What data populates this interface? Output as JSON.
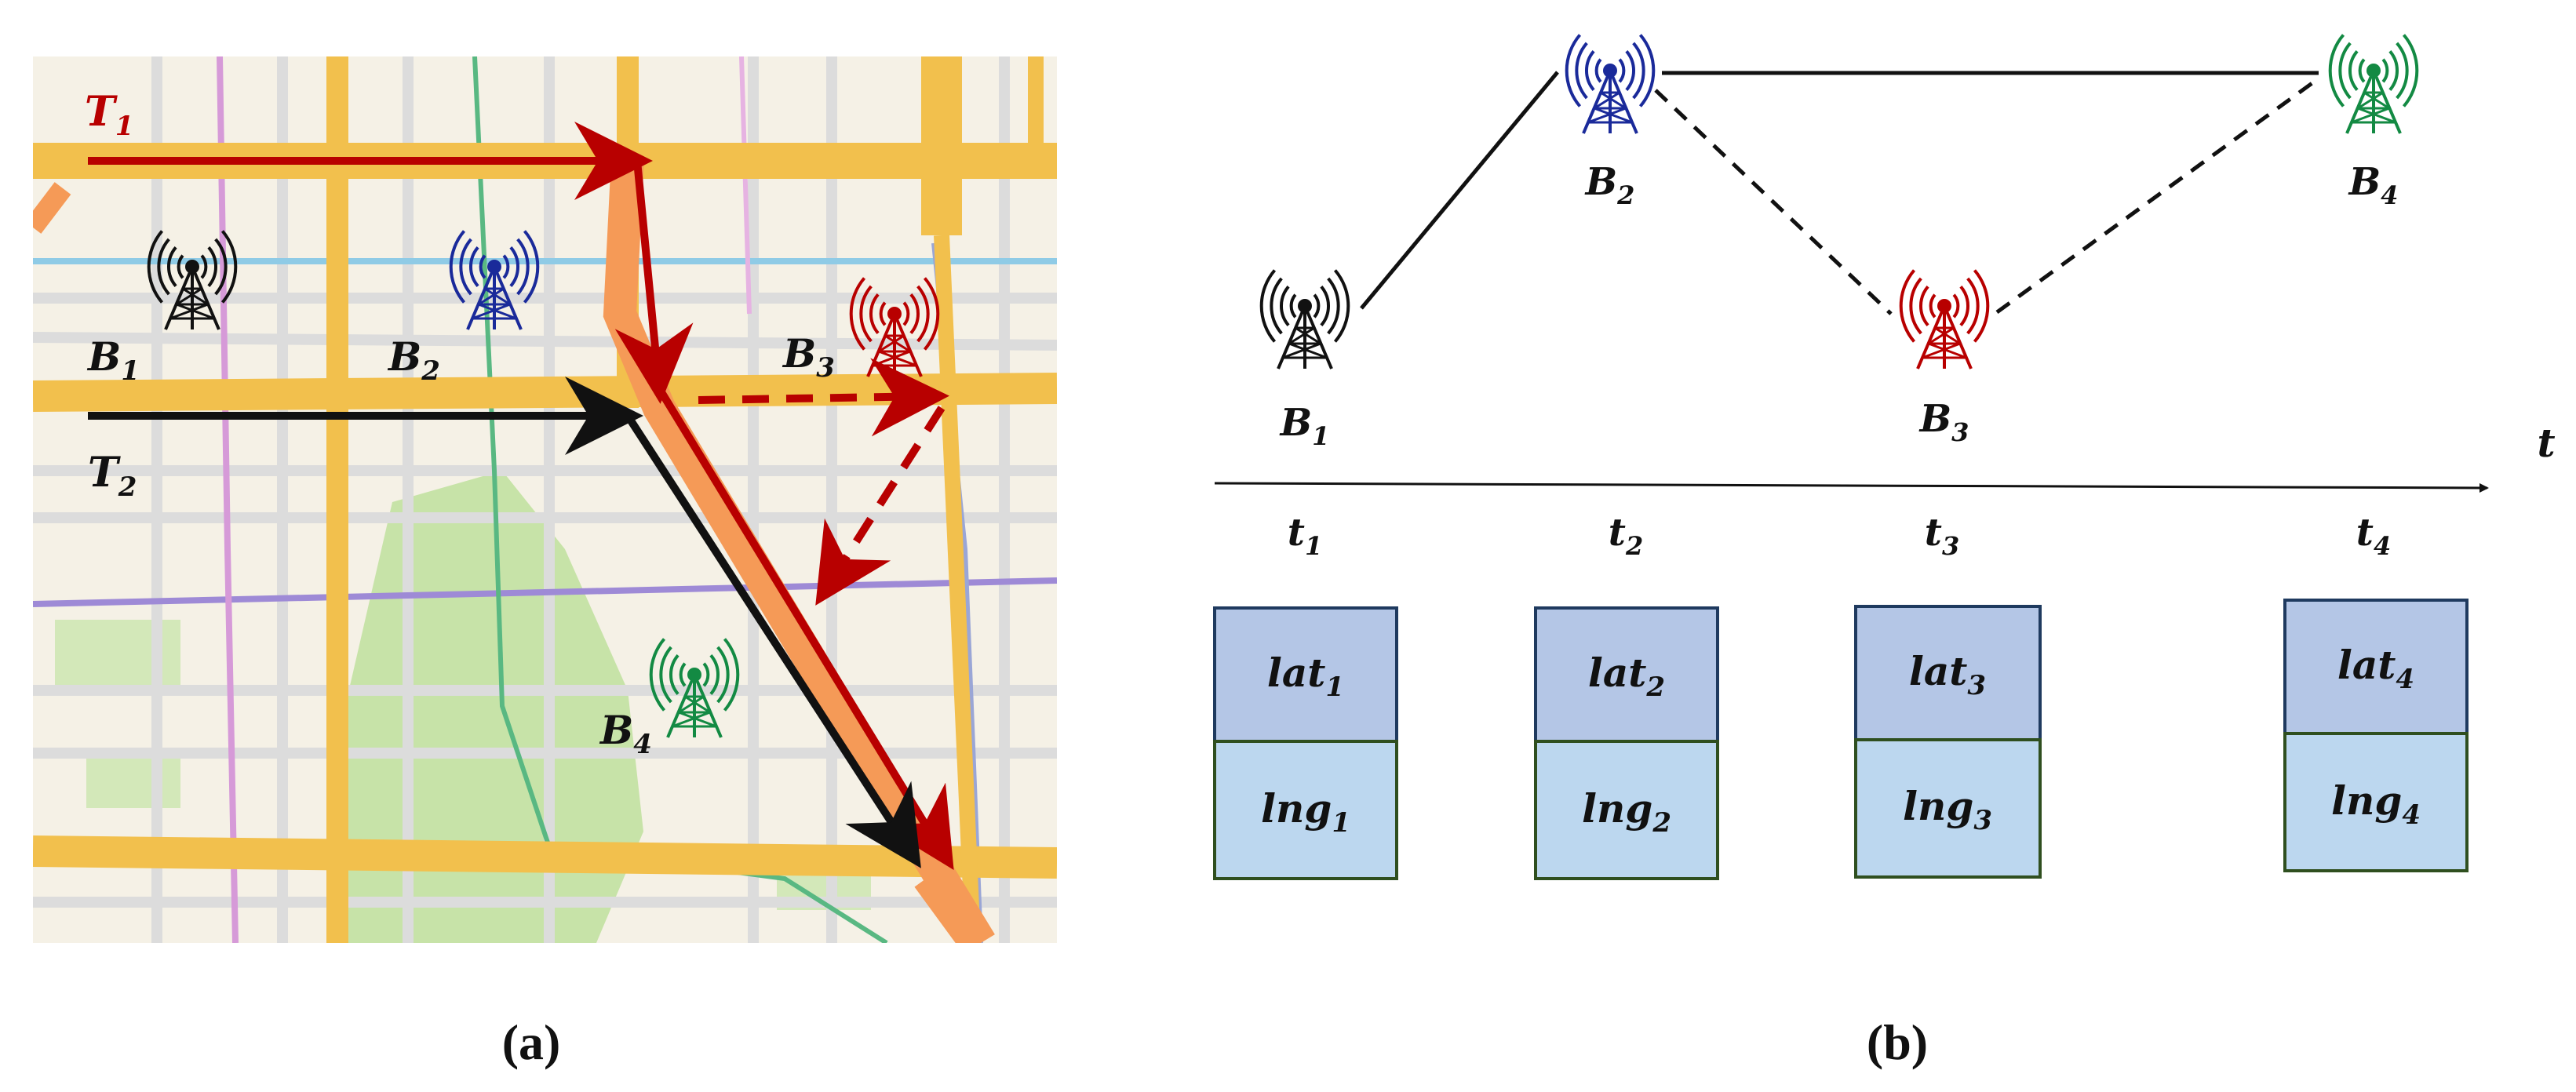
{
  "colors": {
    "red": "#b80000",
    "black": "#111111",
    "blue": "#1a2a9a",
    "green": "#138a43",
    "map_bg": "#f5f1e6",
    "road_major": "#f2c04d",
    "road_minor": "#dedede",
    "park": "#c7e3a8",
    "box_top": "#b4c6e6",
    "box_bottom": "#bcd7ef",
    "box_border": "#2f4f1f"
  },
  "panel_a": {
    "caption": "(a)",
    "trajectories": [
      {
        "base": "T",
        "sub": "1",
        "color_key": "red"
      },
      {
        "base": "T",
        "sub": "2",
        "color_key": "black"
      }
    ],
    "towers": [
      {
        "base": "B",
        "sub": "1",
        "icon": "cell-tower-icon",
        "color_key": "black"
      },
      {
        "base": "B",
        "sub": "2",
        "icon": "cell-tower-icon",
        "color_key": "blue"
      },
      {
        "base": "B",
        "sub": "3",
        "icon": "cell-tower-icon",
        "color_key": "red"
      },
      {
        "base": "B",
        "sub": "4",
        "icon": "cell-tower-icon",
        "color_key": "green"
      }
    ]
  },
  "panel_b": {
    "caption": "(b)",
    "axis_label": "t",
    "towers": [
      {
        "base": "B",
        "sub": "1",
        "icon": "cell-tower-icon",
        "color_key": "black"
      },
      {
        "base": "B",
        "sub": "2",
        "icon": "cell-tower-icon",
        "color_key": "blue"
      },
      {
        "base": "B",
        "sub": "3",
        "icon": "cell-tower-icon",
        "color_key": "red"
      },
      {
        "base": "B",
        "sub": "4",
        "icon": "cell-tower-icon",
        "color_key": "green"
      }
    ],
    "time_ticks": [
      {
        "base": "t",
        "sub": "1"
      },
      {
        "base": "t",
        "sub": "2"
      },
      {
        "base": "t",
        "sub": "3"
      },
      {
        "base": "t",
        "sub": "4"
      }
    ],
    "records": [
      {
        "lat_base": "lat",
        "lat_sub": "1",
        "lng_base": "lng",
        "lng_sub": "1"
      },
      {
        "lat_base": "lat",
        "lat_sub": "2",
        "lng_base": "lng",
        "lng_sub": "2"
      },
      {
        "lat_base": "lat",
        "lat_sub": "3",
        "lng_base": "lng",
        "lng_sub": "3"
      },
      {
        "lat_base": "lat",
        "lat_sub": "4",
        "lng_base": "lng",
        "lng_sub": "4"
      }
    ]
  }
}
